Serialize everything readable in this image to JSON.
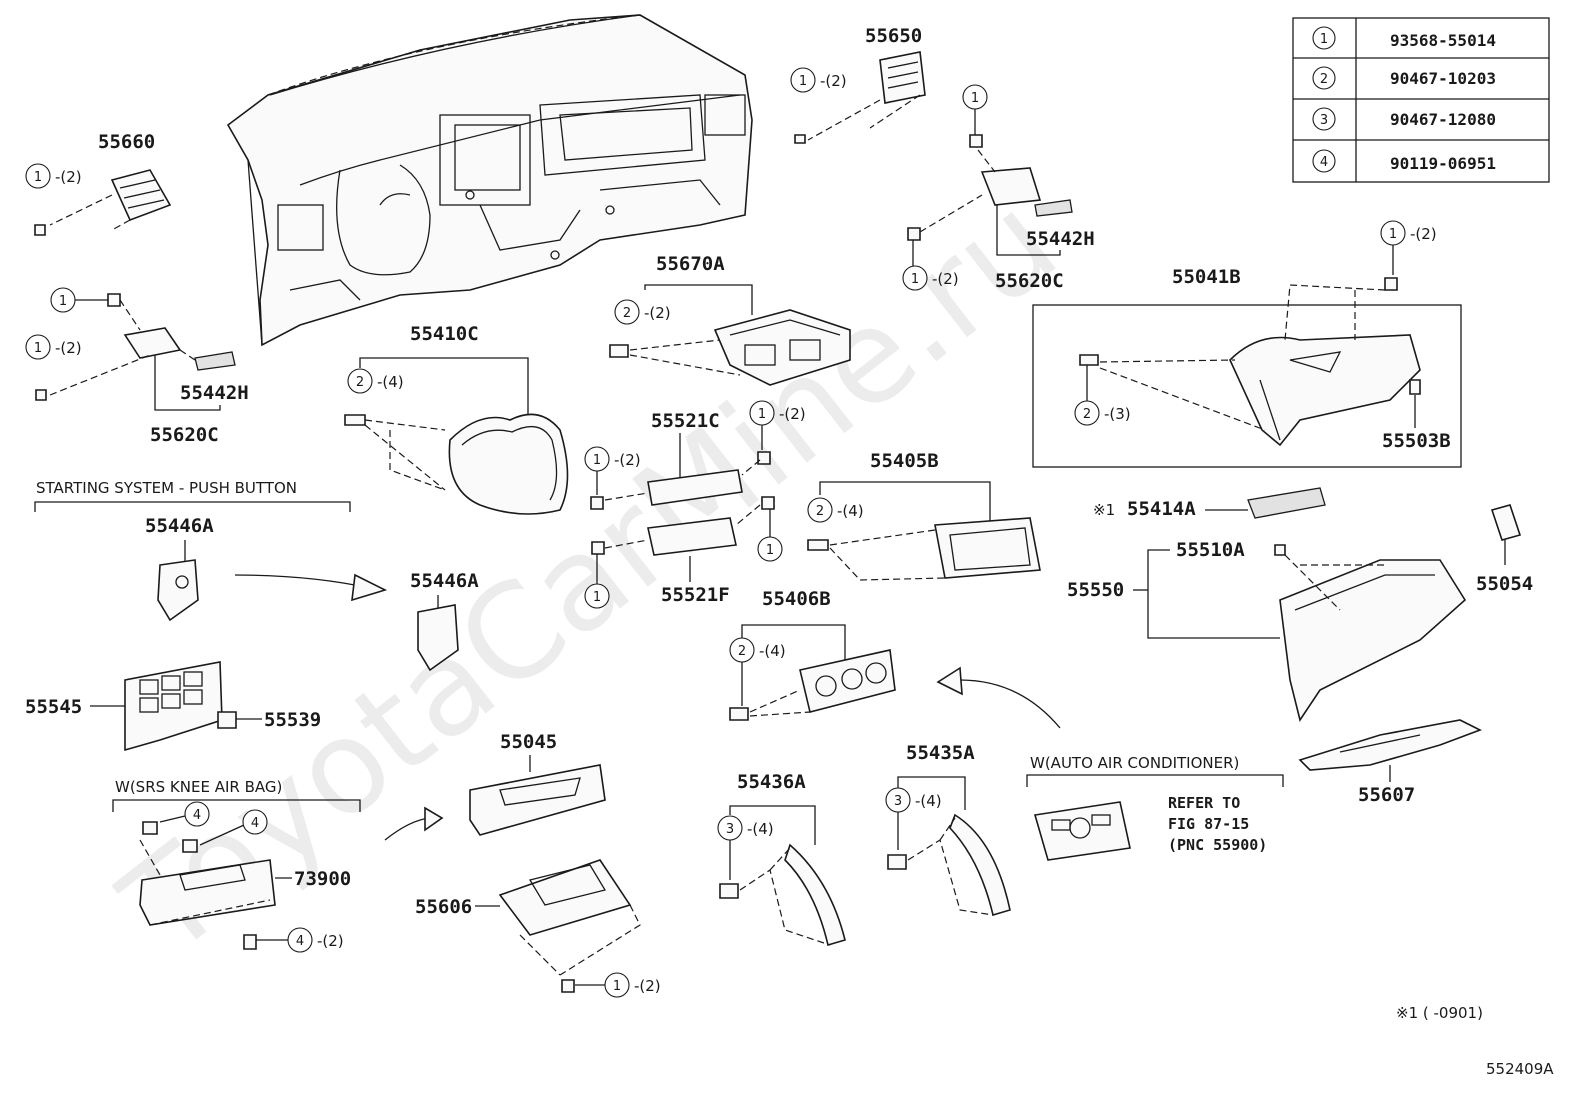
{
  "legend": {
    "rows": [
      {
        "key": "1",
        "part": "93568-55014"
      },
      {
        "key": "2",
        "part": "90467-10203"
      },
      {
        "key": "3",
        "part": "90467-12080"
      },
      {
        "key": "4",
        "part": "90119-06951"
      }
    ]
  },
  "parts": {
    "p55650": "55650",
    "p55660": "55660",
    "p55442H_right": "55442H",
    "p55620C_right": "55620C",
    "p55442H_left": "55442H",
    "p55620C_left": "55620C",
    "p55670A": "55670A",
    "p55410C": "55410C",
    "p55041B": "55041B",
    "p55503B": "55503B",
    "p55521C": "55521C",
    "p55521F": "55521F",
    "p55405B": "55405B",
    "p55406B": "55406B",
    "p55414A": "55414A",
    "p55510A": "55510A",
    "p55550": "55550",
    "p55054": "55054",
    "p55446A_top": "55446A",
    "p55446A_mid": "55446A",
    "p55545": "55545",
    "p55539": "55539",
    "p55045": "55045",
    "p55606": "55606",
    "p55436A": "55436A",
    "p55435A": "55435A",
    "p73900": "73900",
    "p55607": "55607"
  },
  "callouts": {
    "c1": "1",
    "c2": "2",
    "c3": "3",
    "c4": "4",
    "q2": "-(2)",
    "q3": "-(3)",
    "q4": "-(4)"
  },
  "notes": {
    "starting_system": "STARTING SYSTEM - PUSH BUTTON",
    "srs_knee": "W(SRS KNEE AIR BAG)",
    "auto_ac": "W(AUTO AIR CONDITIONER)",
    "refer_1": "REFER TO",
    "refer_2": "FIG 87-15",
    "refer_3": "(PNC 55900)",
    "asterisk_mark": "※1",
    "footnote": "※1 (      -0901)",
    "figure_code": "552409A",
    "watermark": "ToyotaCarMine.ru"
  }
}
